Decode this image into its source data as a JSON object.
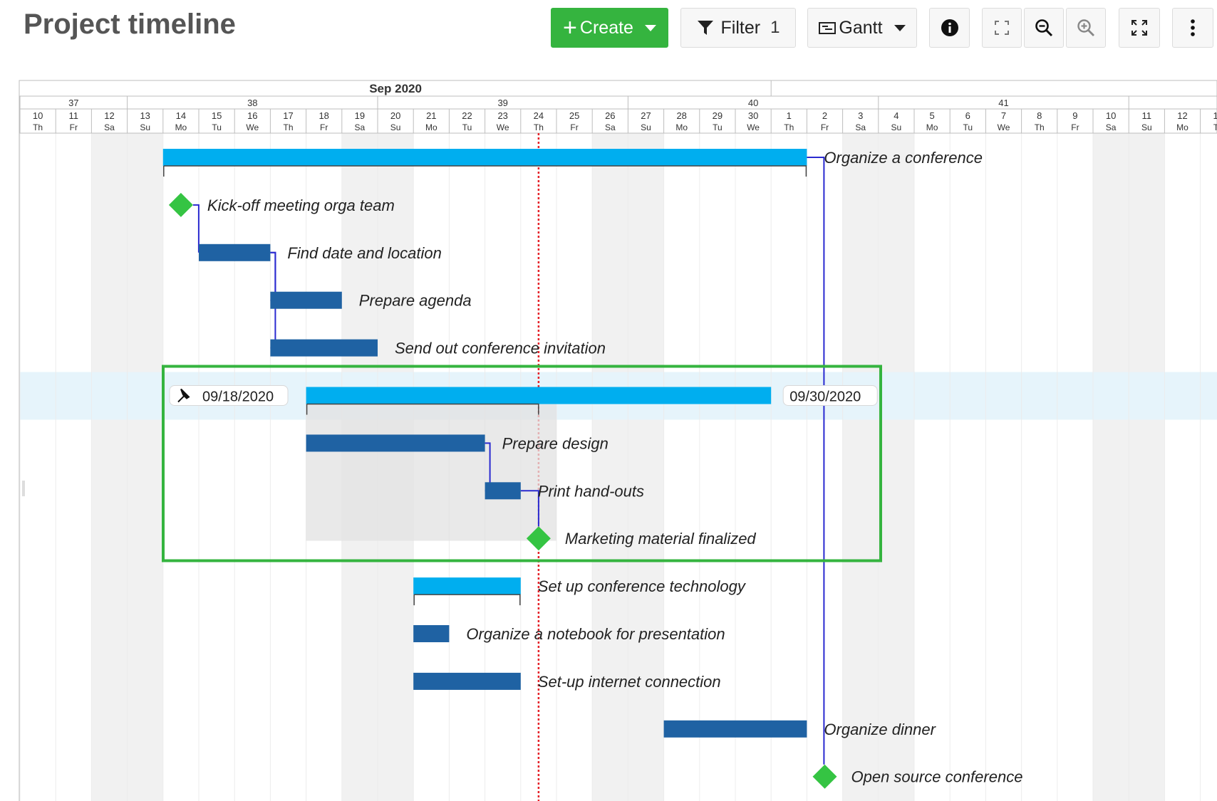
{
  "page": {
    "title": "Project timeline"
  },
  "toolbar": {
    "create_label": "Create",
    "filter_label": "Filter",
    "filter_count": "1",
    "view_label": "Gantt",
    "icons": [
      "plus-icon",
      "caret-down-icon",
      "filter-icon",
      "gantt-icon",
      "info-icon",
      "fit-screen-icon",
      "zoom-out-icon",
      "zoom-in-icon",
      "fullscreen-icon",
      "more-vertical-icon"
    ]
  },
  "colors": {
    "create_button": "#35b43f",
    "task_bar": "#1f62a3",
    "summary_bar": "#00aeef",
    "milestone": "#35c443",
    "today_line": "#e52229",
    "selection_border": "#35b43f",
    "relation_line": "#2a2ad0",
    "weekend_shade": "#f1f1f1",
    "selected_row": "#e6f4fb"
  },
  "timeline": {
    "month_label": "Sep 2020",
    "first_day": {
      "day": 10,
      "weekday": "Th",
      "week": 37
    },
    "day_count": 34,
    "weekday_cycle": [
      "Th",
      "Fr",
      "Sa",
      "Su",
      "Mo",
      "Tu",
      "We"
    ],
    "weeks": [
      {
        "number": "37",
        "first_day_index": 0
      },
      {
        "number": "38",
        "first_day_index": 3
      },
      {
        "number": "39",
        "first_day_index": 10
      },
      {
        "number": "40",
        "first_day_index": 17
      },
      {
        "number": "41",
        "first_day_index": 24
      },
      {
        "number": "",
        "first_day_index": 31
      }
    ],
    "today": "2020-09-24"
  },
  "chart_data": {
    "type": "gantt",
    "rows": [
      {
        "label": "Organize a conference",
        "kind": "summary",
        "start": "2020-09-14",
        "end": "2020-10-01"
      },
      {
        "label": "Kick-off meeting orga team",
        "kind": "milestone",
        "date": "2020-09-14"
      },
      {
        "label": "Find date and location",
        "kind": "task",
        "start": "2020-09-15",
        "end": "2020-09-16"
      },
      {
        "label": "Prepare agenda",
        "kind": "task",
        "start": "2020-09-17",
        "end": "2020-09-18"
      },
      {
        "label": "Send out conference invitation",
        "kind": "task",
        "start": "2020-09-17",
        "end": "2020-09-19"
      },
      {
        "label": "",
        "kind": "summary",
        "start": "2020-09-18",
        "end": "2020-09-30",
        "selected": true,
        "start_badge": "09/18/2020",
        "end_badge": "09/30/2020"
      },
      {
        "label": "Prepare design",
        "kind": "task",
        "start": "2020-09-18",
        "end": "2020-09-22"
      },
      {
        "label": "Print hand-outs",
        "kind": "task",
        "start": "2020-09-23",
        "end": "2020-09-23"
      },
      {
        "label": "Marketing material finalized",
        "kind": "milestone",
        "date": "2020-09-24"
      },
      {
        "label": "Set up conference technology",
        "kind": "summary",
        "start": "2020-09-21",
        "end": "2020-09-23"
      },
      {
        "label": "Organize a notebook for presentation",
        "kind": "task",
        "start": "2020-09-21",
        "end": "2020-09-21"
      },
      {
        "label": "Set-up internet connection",
        "kind": "task",
        "start": "2020-09-21",
        "end": "2020-09-23"
      },
      {
        "label": "Organize dinner",
        "kind": "task",
        "start": "2020-09-28",
        "end": "2020-10-01"
      },
      {
        "label": "Open source conference",
        "kind": "milestone",
        "date": "2020-10-02"
      }
    ],
    "relations": [
      {
        "from": 1,
        "to": 2
      },
      {
        "from": 2,
        "to": 3
      },
      {
        "from": 2,
        "to": 4
      },
      {
        "from": 6,
        "to": 7
      },
      {
        "from": 7,
        "to": 8
      },
      {
        "from": 0,
        "to": 13
      }
    ]
  }
}
